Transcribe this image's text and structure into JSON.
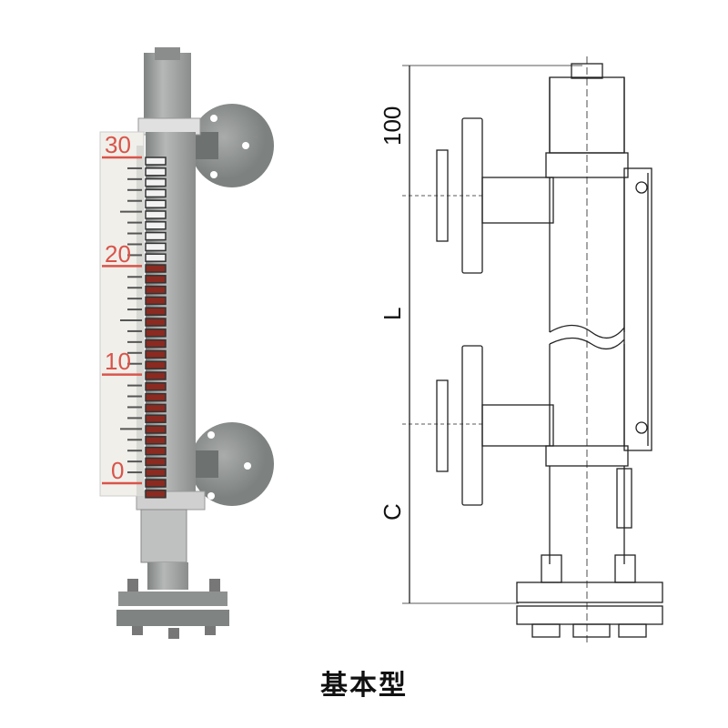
{
  "photo": {
    "scale_labels": [
      "30",
      "20",
      "10",
      "0"
    ],
    "scale_max": 30,
    "level": 20,
    "colors": {
      "indicator_red": "#8b2a20",
      "scale_red": "#d9544a",
      "pipe": "#9ea1a0"
    }
  },
  "drawing": {
    "dim_100": "100",
    "dim_L": "L",
    "dim_C": "C"
  },
  "caption": "基本型"
}
